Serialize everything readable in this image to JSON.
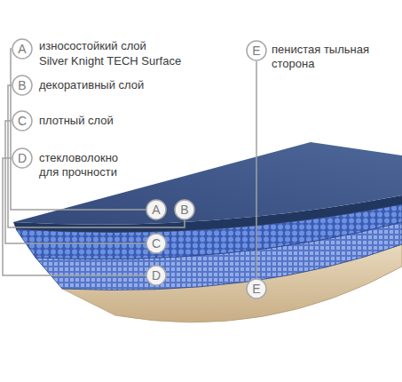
{
  "diagram": {
    "nodes": [
      {
        "text": [
          "A"
        ]
      },
      {
        "text": [
          "B"
        ]
      },
      {
        "text": [
          "C"
        ]
      },
      {
        "text": [
          "D"
        ]
      },
      {
        "text": [
          "E"
        ]
      },
      {
        "text": [
          "A"
        ]
      },
      {
        "text": [
          "B"
        ]
      },
      {
        "text": [
          "C"
        ]
      },
      {
        "text": [
          "D"
        ]
      },
      {
        "text": [
          "E"
        ]
      }
    ],
    "edges": [
      {
        "from": 0,
        "to": 5,
        "arrow": "none"
      },
      {
        "from": 1,
        "to": 6,
        "arrow": "none"
      },
      {
        "from": 2,
        "to": 7,
        "arrow": "none"
      },
      {
        "from": 3,
        "to": 8,
        "arrow": "none"
      },
      {
        "from": 4,
        "to": 9,
        "arrow": "none"
      }
    ],
    "labels": [
      "износостойкий слой",
      "Silver Knight TECH Surface",
      "декоративный слой",
      "плотный слой",
      "стекловолокно для прочности",
      "пенистая тыльная сторона"
    ]
  }
}
